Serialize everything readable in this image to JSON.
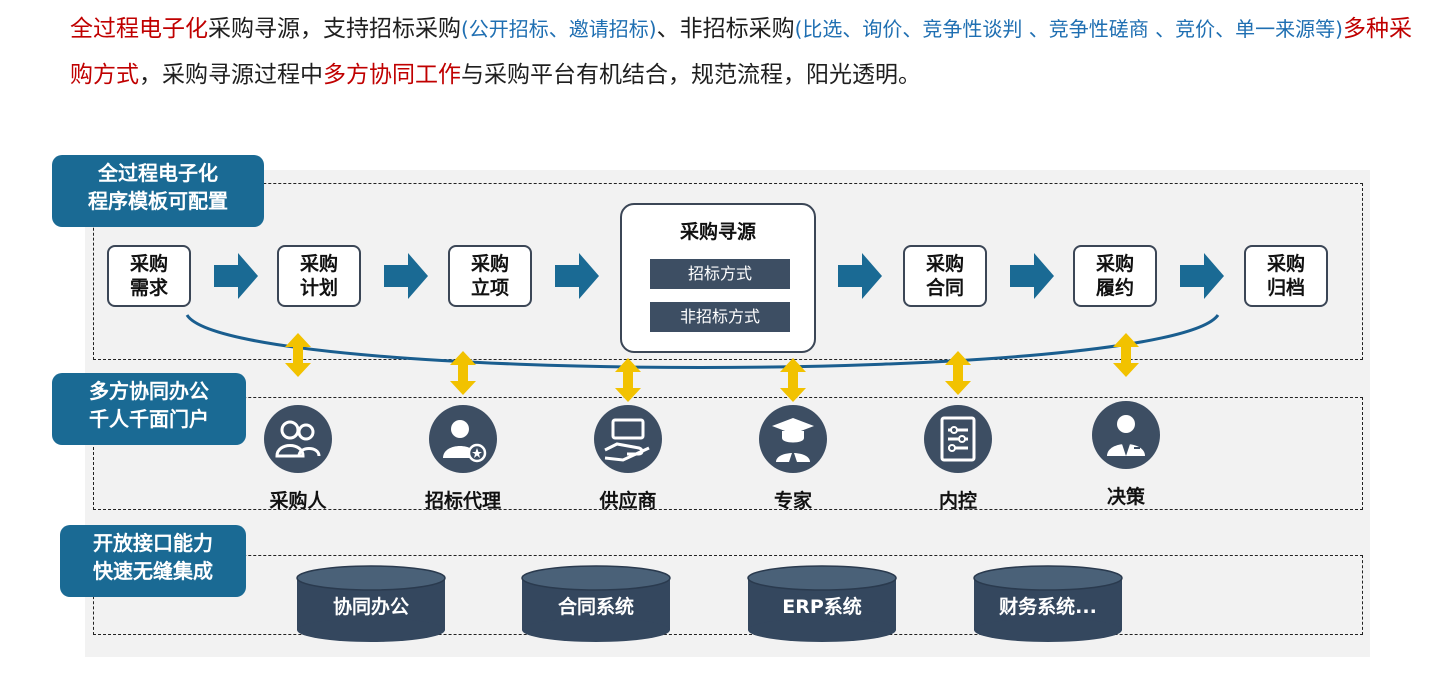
{
  "intro": {
    "p1": "全过程电子化",
    "p2": "采购寻源，支持招标采购",
    "p3": "(公开招标、邀请招标)",
    "p4": "、非招标采购",
    "p5": "(比选、询价、竞争性谈判 、竞争性磋商 、竞价、单一来源等)",
    "p6": "多种采购方式",
    "p7": "，采购寻源过程中",
    "p8": "多方协同工作",
    "p9": "与采购平台有机结合，规范流程，阳光透明。"
  },
  "sections": {
    "process": {
      "line1": "全过程电子化",
      "line2": "程序模板可配置"
    },
    "collab": {
      "line1": "多方协同办公",
      "line2": "千人千面门户"
    },
    "open": {
      "line1": "开放接口能力",
      "line2": "快速无缝集成"
    }
  },
  "steps": [
    {
      "line1": "采购",
      "line2": "需求"
    },
    {
      "line1": "采购",
      "line2": "计划"
    },
    {
      "line1": "采购",
      "line2": "立项"
    },
    {
      "line1": "采购",
      "line2": "合同"
    },
    {
      "line1": "采购",
      "line2": "履约"
    },
    {
      "line1": "采购",
      "line2": "归档"
    }
  ],
  "sourcing": {
    "title": "采购寻源",
    "methods": [
      "招标方式",
      "非招标方式"
    ]
  },
  "roles": [
    {
      "label": "采购人",
      "icon": "people-icon"
    },
    {
      "label": "招标代理",
      "icon": "agent-icon"
    },
    {
      "label": "供应商",
      "icon": "handshake-icon"
    },
    {
      "label": "专家",
      "icon": "graduate-icon"
    },
    {
      "label": "内控",
      "icon": "checklist-icon"
    },
    {
      "label": "决策",
      "icon": "businessman-icon"
    }
  ],
  "systems": [
    "协同办公",
    "合同系统",
    "ERP系统",
    "财务系统..."
  ],
  "colors": {
    "navy": "#1a6a94",
    "arrow": "#1a6a94",
    "gold": "#f2c200",
    "dark": "#3d4e63",
    "red": "#c00000",
    "blue": "#1f6fb2"
  }
}
